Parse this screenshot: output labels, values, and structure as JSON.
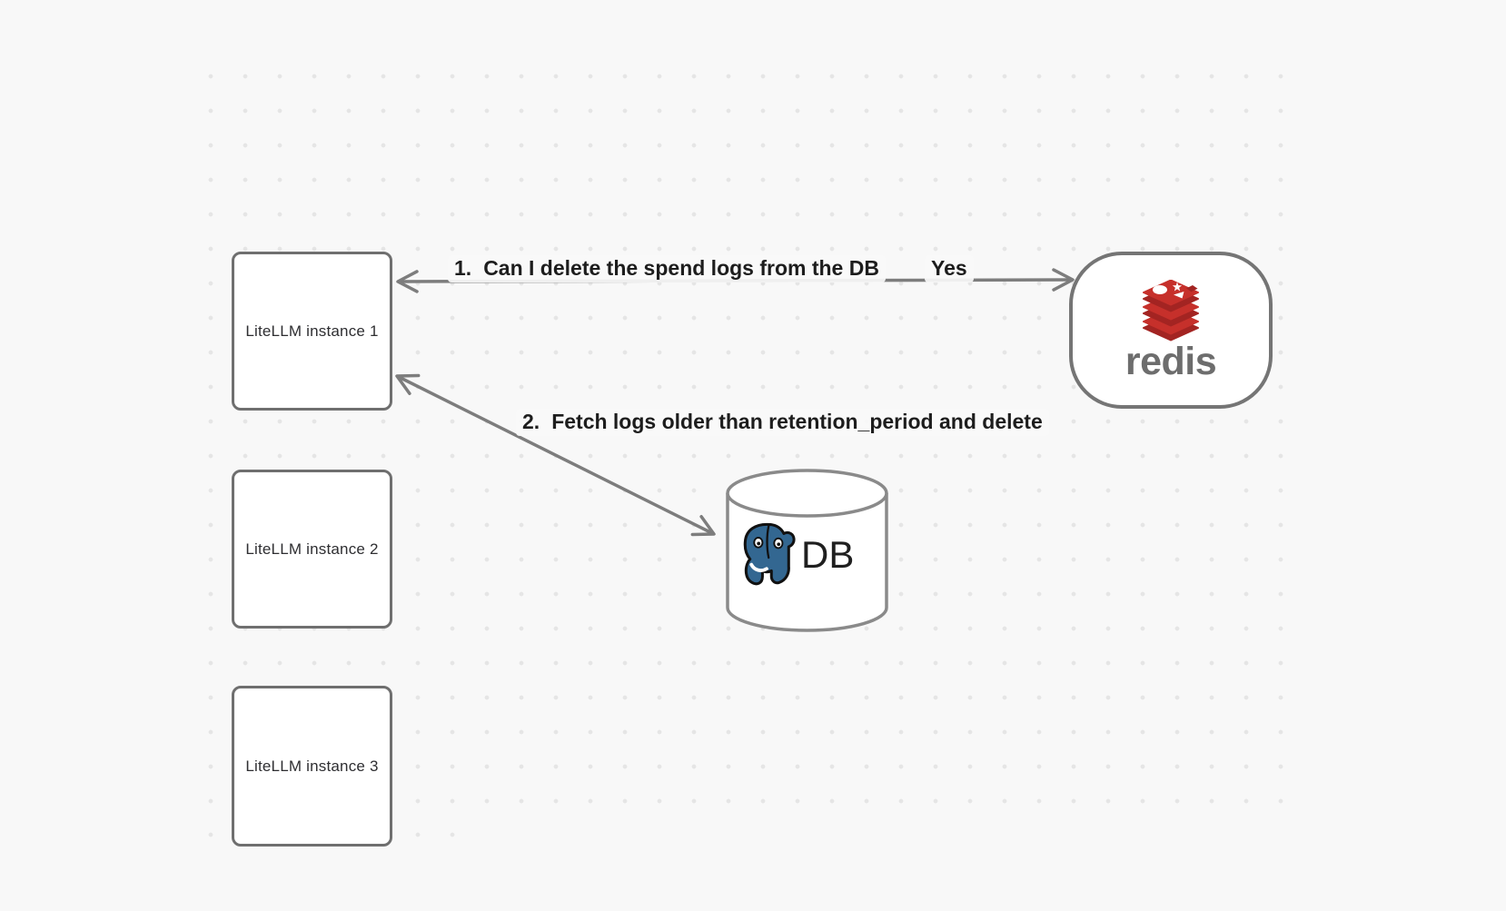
{
  "canvas": {
    "background": "#f8f8f8",
    "grid_dot_color": "#e5e5e5"
  },
  "nodes": {
    "instances": [
      {
        "label": "LiteLLM instance 1"
      },
      {
        "label": "LiteLLM instance 2"
      },
      {
        "label": "LiteLLM instance 3"
      }
    ],
    "redis": {
      "wordmark": "redis",
      "icon": "redis-stack-icon",
      "logo_red": "#c6302b",
      "logo_dark_red": "#a32422",
      "wordmark_color": "#6d6d6d"
    },
    "database": {
      "label": "DB",
      "icon": "postgresql-elephant-icon",
      "elephant_blue": "#336791"
    }
  },
  "edges": {
    "redis_query": {
      "number": "1.",
      "text": "Can I delete the spend logs from the DB",
      "response": "Yes"
    },
    "db_fetch": {
      "number": "2.",
      "text": "Fetch logs older than retention_period and delete"
    }
  },
  "colors": {
    "node_border": "#6f6f6f",
    "cylinder_border": "#8a8a8a",
    "arrow": "#7d7d7d",
    "label_text": "#1d1d1d"
  }
}
